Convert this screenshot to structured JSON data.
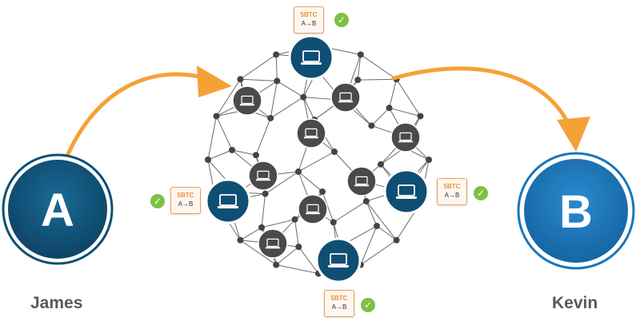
{
  "people": {
    "sender": {
      "letter": "A",
      "name": "James"
    },
    "receiver": {
      "letter": "B",
      "name": "Kevin"
    }
  },
  "transactions": [
    {
      "amount": "5BTC",
      "direction": "A→B",
      "status": "verified"
    },
    {
      "amount": "5BTC",
      "direction": "A→B",
      "status": "verified"
    },
    {
      "amount": "5BTC",
      "direction": "A→B",
      "status": "verified"
    },
    {
      "amount": "5BTC",
      "direction": "A→B",
      "status": "verified"
    }
  ],
  "icons": {
    "node": "laptop-icon",
    "status": "check-icon",
    "flow": "arrow-icon"
  },
  "colors": {
    "sender_circle": "#0f4f74",
    "receiver_circle": "#1976b9",
    "highlight_node": "#0f4f74",
    "regular_node": "#4a4a4a",
    "arrow": "#f4a236",
    "check": "#7cc142",
    "card_border": "#e8a15b"
  }
}
